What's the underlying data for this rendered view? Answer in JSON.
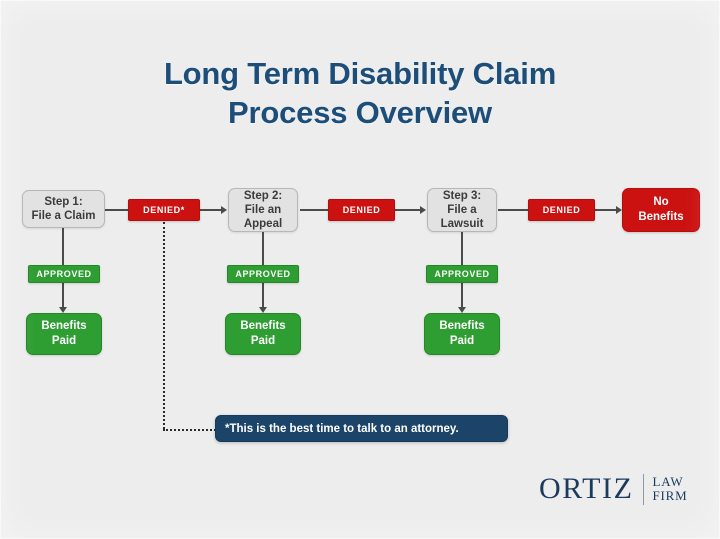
{
  "page": {
    "background_color": "#ededed",
    "title_color": "#1d4e79",
    "denied_color": "#cc1111",
    "approved_color": "#2e9e32",
    "callout_color": "#1b4468",
    "step_box_color": "#e2e2e2"
  },
  "title": {
    "line1": "Long Term Disability Claim",
    "line2": "Process Overview"
  },
  "flow": {
    "steps": [
      {
        "label_line1": "Step 1:",
        "label_line2": "File a Claim",
        "label_line3": ""
      },
      {
        "label_line1": "Step 2:",
        "label_line2": "File an",
        "label_line3": "Appeal"
      },
      {
        "label_line1": "Step 3:",
        "label_line2": "File a",
        "label_line3": "Lawsuit"
      }
    ],
    "denied_labels": [
      "DENIED*",
      "DENIED",
      "DENIED"
    ],
    "approved_label": "APPROVED",
    "benefits_paid": {
      "line1": "Benefits",
      "line2": "Paid"
    },
    "no_benefits": {
      "line1": "No",
      "line2": "Benefits"
    }
  },
  "callout": {
    "text": "*This is the best time to talk to an attorney."
  },
  "logo": {
    "name": "ORTIZ",
    "sub_line1": "LAW",
    "sub_line2": "FIRM"
  }
}
